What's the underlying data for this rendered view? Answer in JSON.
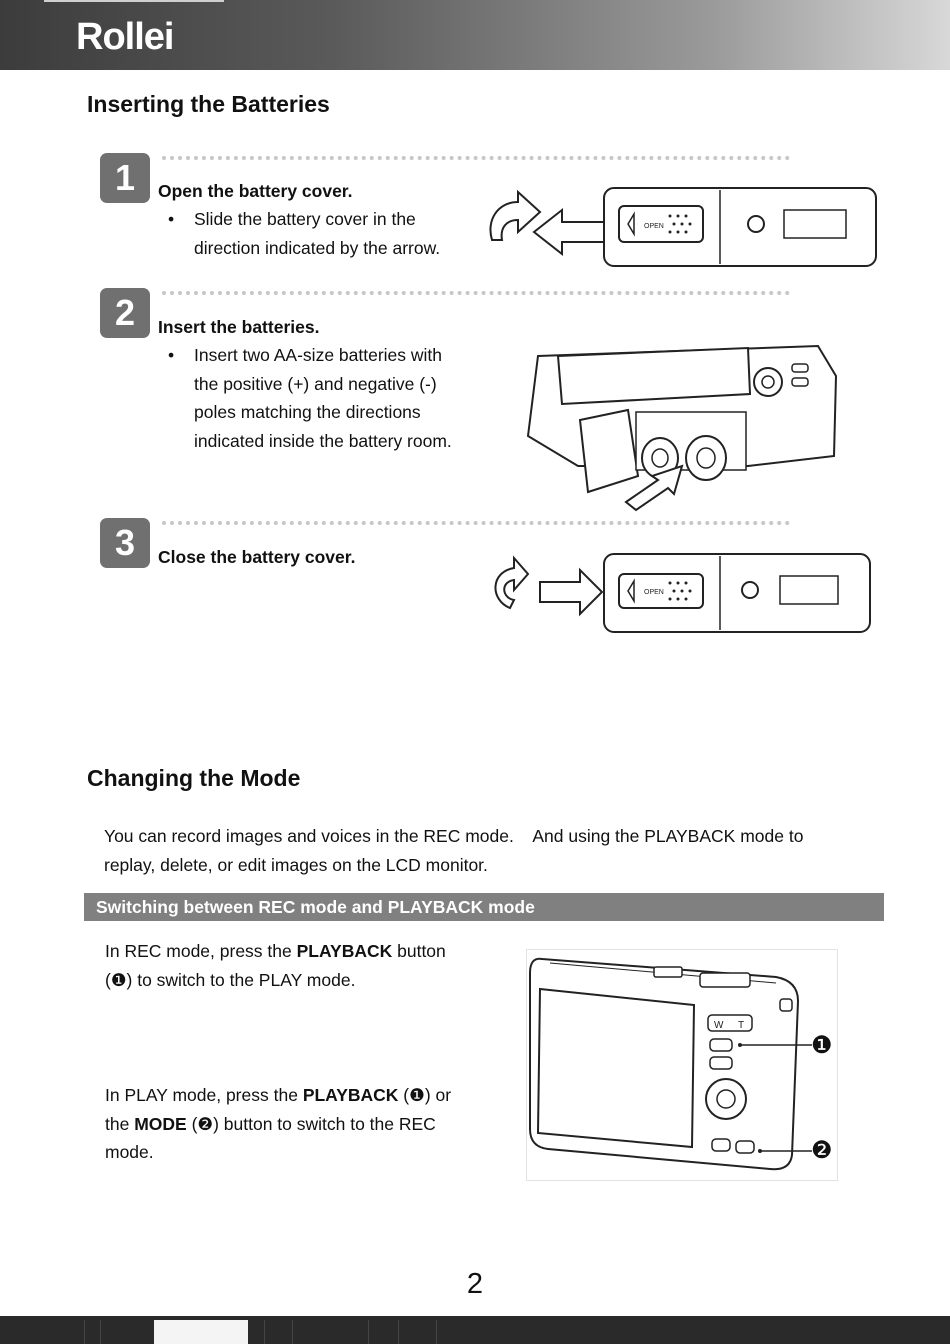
{
  "header": {
    "logo": "Rollei"
  },
  "section1": {
    "title": "Inserting the Batteries",
    "steps": [
      {
        "number": "1",
        "title": "Open the battery cover.",
        "bullet": "Slide the battery cover in the\ndirection indicated by the arrow."
      },
      {
        "number": "2",
        "title": "Insert the batteries.",
        "bullet": "Insert two AA-size batteries with\nthe positive (+) and negative (-)\npoles matching the directions\nindicated inside the battery room."
      },
      {
        "number": "3",
        "title": "Close the battery cover."
      }
    ],
    "open_label": "OPEN"
  },
  "section2": {
    "title": "Changing the Mode",
    "intro_line1": "You can record images and voices in the REC mode.    And using the PLAYBACK mode to",
    "intro_line2": "replay, delete, or edit images on the LCD monitor.",
    "bar": "Switching between REC mode and PLAYBACK mode",
    "rec": {
      "a": "In REC mode, press the ",
      "b": "PLAYBACK",
      "c": " button",
      "d": "(❶) to switch to the PLAY mode."
    },
    "play": {
      "a": "In PLAY mode, press the ",
      "b": "PLAYBACK",
      "c": " (❶) or",
      "d": "the ",
      "e": "MODE",
      "f": " (❷) button to switch to the REC",
      "g": "mode."
    },
    "callout1": "❶",
    "callout2": "❷"
  },
  "page_number": "2"
}
